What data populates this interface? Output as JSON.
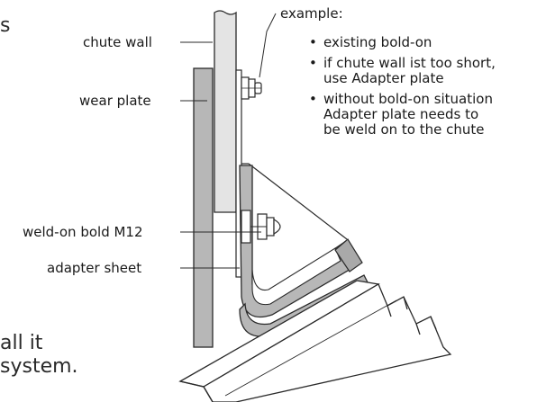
{
  "labels": {
    "chute_wall": "chute wall",
    "wear_plate": "wear plate",
    "weld_on_bolt": "weld-on bold M12",
    "adapter_sheet": "adapter sheet"
  },
  "example": {
    "title": "example:",
    "items": [
      {
        "lines": [
          "existing bold-on"
        ]
      },
      {
        "lines": [
          "if chute wall ist too short,",
          "use Adapter plate"
        ]
      },
      {
        "lines": [
          "without bold-on situation",
          "Adapter plate needs to",
          "be weld on to the chute"
        ]
      }
    ],
    "bullet": "•"
  },
  "background_fragments": {
    "top_left": "s",
    "bottom_line1": "all it",
    "bottom_line2": "system."
  },
  "colors": {
    "gray_fill": "#b7b7b7",
    "light_fill": "#e4e4e4",
    "outline": "#2a2a2a"
  }
}
